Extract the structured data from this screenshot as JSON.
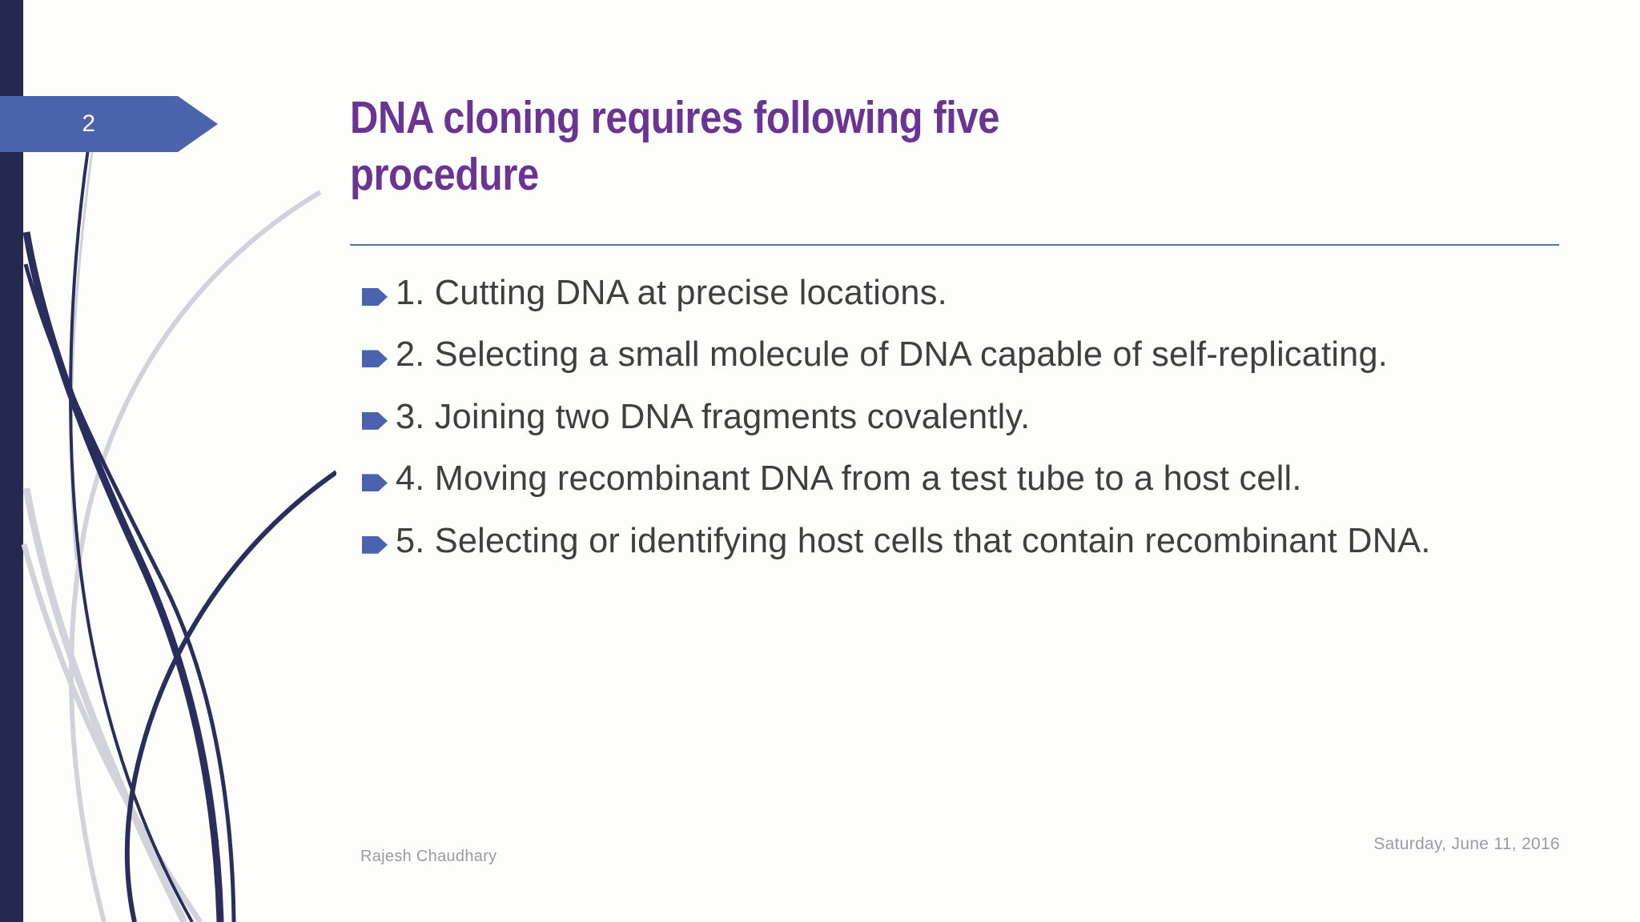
{
  "slide": {
    "number": "2",
    "title_lines": [
      "DNA cloning requires following five",
      "procedure"
    ],
    "title_full": "DNA cloning requires following five procedure",
    "bullets": [
      {
        "text": "1. Cutting DNA at precise locations."
      },
      {
        "text": "2. Selecting a small molecule of DNA capable of self-replicating."
      },
      {
        "text": "3. Joining two DNA fragments covalently."
      },
      {
        "text": "4. Moving recombinant DNA from a test tube to a host cell."
      },
      {
        "text": "5. Selecting or identifying host cells that contain recombinant DNA."
      }
    ],
    "footer": {
      "author": "Rajesh Chaudhary",
      "date": "Saturday, June 11, 2016"
    },
    "colors": {
      "title_purple": "#6b3493",
      "accent_blue": "#4a63ac",
      "left_bar_navy": "#24274e",
      "body_text": "#3f3f3f",
      "footer_text": "#9b9ba6",
      "divider": "#5b6fa8",
      "background": "#fdfefb",
      "swoosh_navy": "#2a2e5c",
      "swoosh_gray": "#d2d2da"
    },
    "icons": {
      "bullet": "arrow-pentagon-bullet-icon",
      "badge": "slide-number-arrow-badge"
    }
  }
}
